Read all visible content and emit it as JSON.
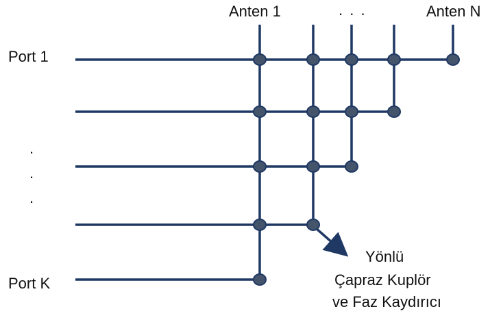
{
  "labels": {
    "antenna_first": "Anten 1",
    "antenna_ellipsis": ". . .",
    "antenna_last": "Anten N",
    "port_first": "Port 1",
    "port_last": "Port K",
    "port_ellipsis": [
      ".",
      ".",
      "."
    ]
  },
  "annotation": {
    "lines": [
      "Yönlü",
      "Çapraz Kuplör",
      "ve Faz Kaydırıcı"
    ]
  },
  "colors": {
    "line": "#1f3864",
    "node_fill": "#44546a",
    "node_stroke": "#1f3864",
    "text": "#111111"
  }
}
